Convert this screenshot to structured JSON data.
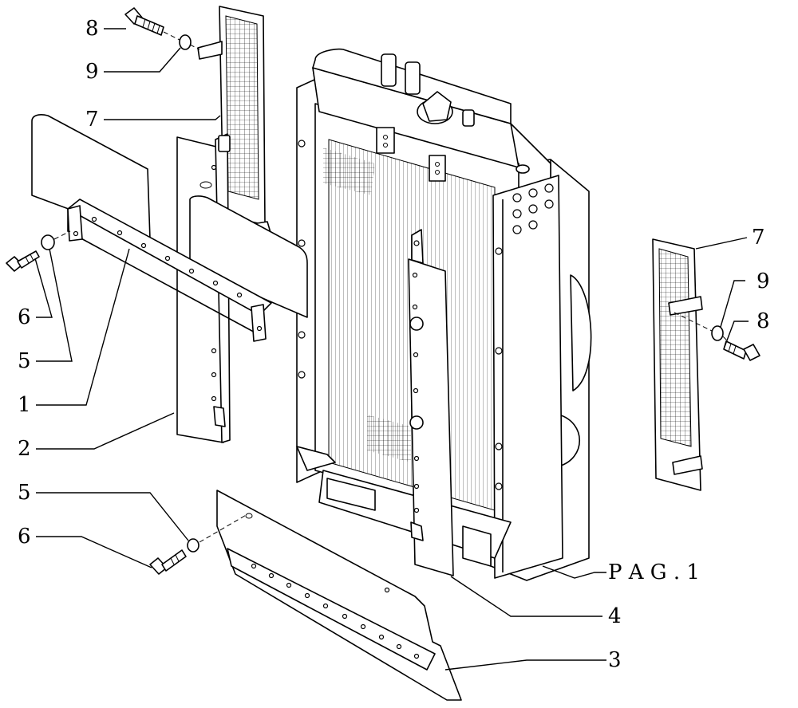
{
  "callouts": [
    {
      "id": "c8a",
      "label": "8"
    },
    {
      "id": "c9a",
      "label": "9"
    },
    {
      "id": "c7a",
      "label": "7"
    },
    {
      "id": "c6a",
      "label": "6"
    },
    {
      "id": "c5a",
      "label": "5"
    },
    {
      "id": "c1",
      "label": "1"
    },
    {
      "id": "c2",
      "label": "2"
    },
    {
      "id": "c5b",
      "label": "5"
    },
    {
      "id": "c6b",
      "label": "6"
    },
    {
      "id": "c7b",
      "label": "7"
    },
    {
      "id": "c9b",
      "label": "9"
    },
    {
      "id": "c8b",
      "label": "8"
    },
    {
      "id": "c4",
      "label": "4"
    },
    {
      "id": "c3",
      "label": "3"
    }
  ],
  "page_reference": "P A G . 1"
}
